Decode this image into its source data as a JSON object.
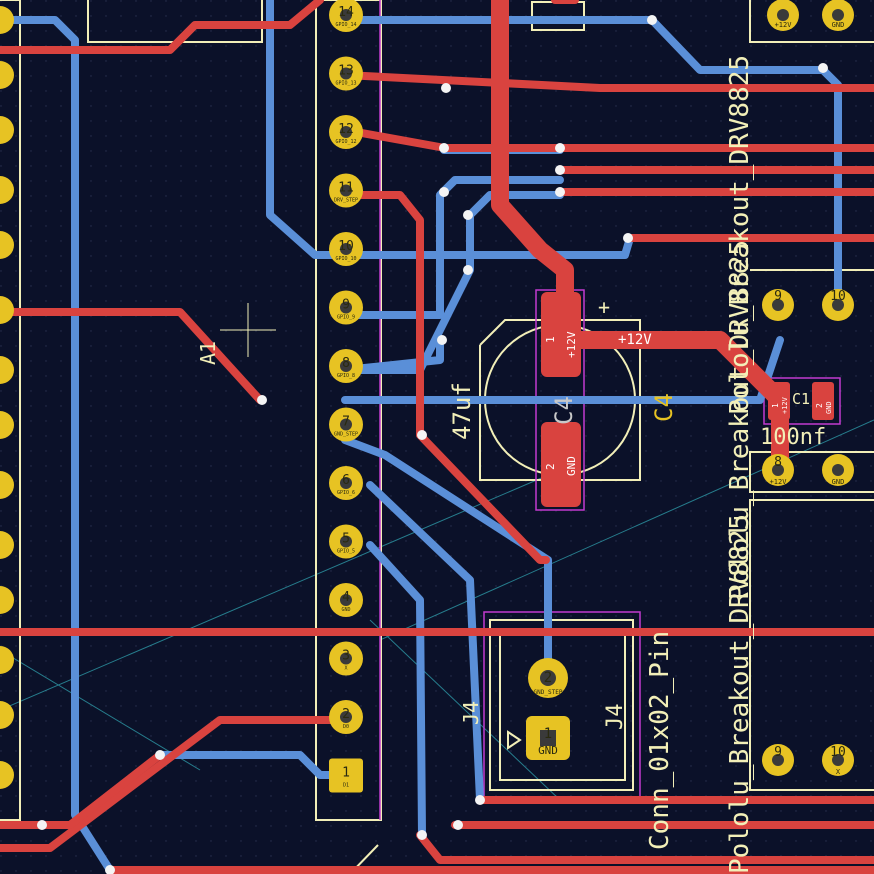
{
  "colors": {
    "background": "#0b1129",
    "front_copper": "#d9433f",
    "back_copper": "#5a8fd8",
    "pad": "#e7c323",
    "pad_hole": "#3a3a3a",
    "silkscreen": "#f2efb8",
    "courtyard": "#c23ad0",
    "ratsnest": "#39c6d0"
  },
  "header_left": {
    "pins": [
      {
        "num": "14",
        "net": "GPIO_14"
      },
      {
        "num": "13",
        "net": "GPIO_13"
      },
      {
        "num": "12",
        "net": "GPIO_12"
      },
      {
        "num": "11",
        "net": "DRV_STEP"
      },
      {
        "num": "10",
        "net": "GPIO_10"
      },
      {
        "num": "9",
        "net": "GPIO_9"
      },
      {
        "num": "8",
        "net": "GPIO_8"
      },
      {
        "num": "7",
        "net": "GND_STEP"
      },
      {
        "num": "6",
        "net": "GPIO_6"
      },
      {
        "num": "5",
        "net": "GPIO_5"
      },
      {
        "num": "4",
        "net": "GND"
      },
      {
        "num": "3",
        "net": "X"
      },
      {
        "num": "2",
        "net": "D0"
      },
      {
        "num": "1",
        "net": "D1"
      }
    ]
  },
  "labels": {
    "ref_a1": "A1",
    "cap_c4_value": "47uf",
    "cap_c4_ref": "C4",
    "cap_c4_ref_alt": "C4",
    "cap_c4_pad1": "1",
    "cap_c4_pad1_net": "+12V",
    "cap_c4_pad2": "2",
    "cap_c4_pad2_net": "GND",
    "plus_mark": "+",
    "net_12v": "+12V",
    "cap_c1_ref": "C1",
    "cap_c1_value": "100nf",
    "cap_c1_pad1": "1",
    "cap_c1_pad1_net": "+12V",
    "cap_c1_pad2": "2",
    "cap_c1_pad2_net": "GND",
    "driver_top_label": "Pololu_Breakout_DRV8825",
    "driver_mid_label": "Pololu_Breakout_DRV8825",
    "driver_bottom_label": "Pololu_Breakout_DRV8825",
    "j4_ref_left": "J4",
    "j4_ref_right": "J4",
    "j4_value": "Conn_01x02_Pin",
    "j4_pad1": "1",
    "j4_pad1_net": "GND",
    "j4_pad2": "2",
    "j4_pad2_net": "GND_STEP"
  },
  "driver_pads": {
    "top_right": [
      {
        "num": "",
        "net": "+12V"
      },
      {
        "num": "",
        "net": "GND"
      }
    ],
    "mid_row1": [
      {
        "num": "9",
        "net": ""
      },
      {
        "num": "10",
        "net": ""
      }
    ],
    "mid_row2": [
      {
        "num": "8",
        "net": "+12V"
      },
      {
        "num": "",
        "net": "GND"
      }
    ],
    "bottom_row": [
      {
        "num": "9",
        "net": ""
      },
      {
        "num": "10",
        "net": "X"
      }
    ]
  }
}
